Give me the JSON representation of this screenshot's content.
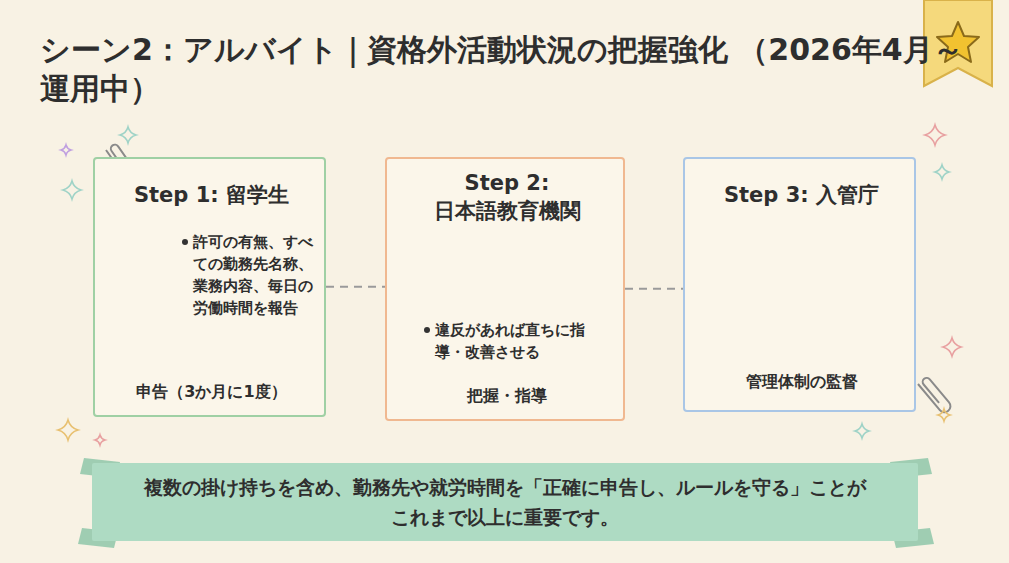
{
  "diagram": {
    "title": "シーン2：アルバイト｜資格外活動状況の把握強化 （2026年4月～運用中）",
    "nodes": [
      {
        "text": [
          "Step 1: 留学生",
          "許可の有無、すべての勤務先名称、業務内容、毎日の労働時間を報告",
          "申告（3か月に1度）"
        ]
      },
      {
        "text": [
          "Step 2: 日本語教育機関",
          "違反があれば直ちに指導・改善させる",
          "把握・指導"
        ]
      },
      {
        "text": [
          "Step 3: 入管庁",
          "管理体制の監督"
        ]
      },
      {
        "text": [
          "複数の掛け持ちを含め、勤務先や就労時間を「正確に申告し、ルールを守る」ことがこれまで以上に重要です。"
        ]
      }
    ],
    "edges": [
      {
        "from": 0,
        "to": 1,
        "arrow": "none"
      },
      {
        "from": 1,
        "to": 2,
        "arrow": "none"
      }
    ]
  }
}
